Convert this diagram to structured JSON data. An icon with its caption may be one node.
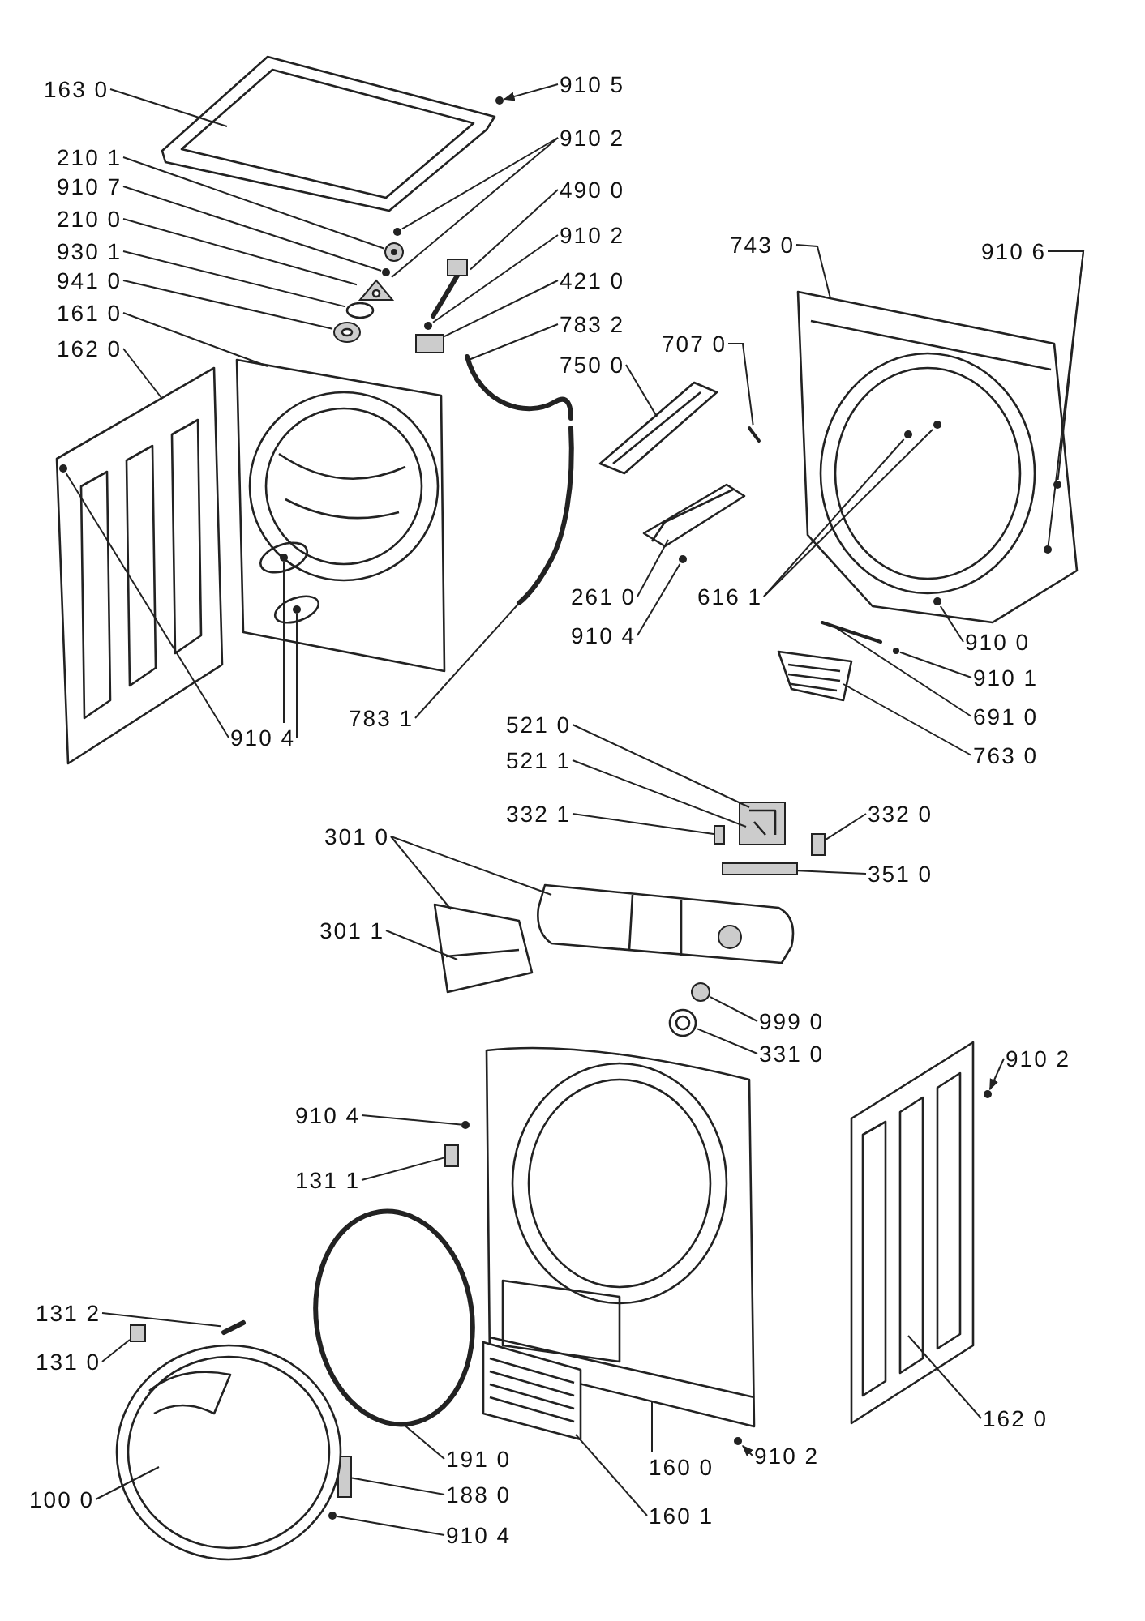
{
  "diagram": {
    "nodes": [
      {
        "text": [
          "163 0"
        ]
      },
      {
        "text": [
          "910 5"
        ]
      },
      {
        "text": [
          "910 2"
        ]
      },
      {
        "text": [
          "210 1"
        ]
      },
      {
        "text": [
          "490 0"
        ]
      },
      {
        "text": [
          "910 7"
        ]
      },
      {
        "text": [
          "910 2"
        ]
      },
      {
        "text": [
          "210 0"
        ]
      },
      {
        "text": [
          "421 0"
        ]
      },
      {
        "text": [
          "930 1"
        ]
      },
      {
        "text": [
          "783 2"
        ]
      },
      {
        "text": [
          "941 0"
        ]
      },
      {
        "text": [
          "161 0"
        ]
      },
      {
        "text": [
          "750 0"
        ]
      },
      {
        "text": [
          "162 0"
        ]
      },
      {
        "text": [
          "743 0"
        ]
      },
      {
        "text": [
          "910 6"
        ]
      },
      {
        "text": [
          "707 0"
        ]
      },
      {
        "text": [
          "261 0"
        ]
      },
      {
        "text": [
          "616 1"
        ]
      },
      {
        "text": [
          "910 4"
        ]
      },
      {
        "text": [
          "910 0"
        ]
      },
      {
        "text": [
          "910 4"
        ]
      },
      {
        "text": [
          "783 1"
        ]
      },
      {
        "text": [
          "910 1"
        ]
      },
      {
        "text": [
          "691 0"
        ]
      },
      {
        "text": [
          "521 0"
        ]
      },
      {
        "text": [
          "763 0"
        ]
      },
      {
        "text": [
          "521 1"
        ]
      },
      {
        "text": [
          "332 1"
        ]
      },
      {
        "text": [
          "332 0"
        ]
      },
      {
        "text": [
          "301 0"
        ]
      },
      {
        "text": [
          "351 0"
        ]
      },
      {
        "text": [
          "301 1"
        ]
      },
      {
        "text": [
          "999 0"
        ]
      },
      {
        "text": [
          "331 0"
        ]
      },
      {
        "text": [
          "910 2"
        ]
      },
      {
        "text": [
          "910 4"
        ]
      },
      {
        "text": [
          "131 1"
        ]
      },
      {
        "text": [
          "131 2"
        ]
      },
      {
        "text": [
          "131 0"
        ]
      },
      {
        "text": [
          "191 0"
        ]
      },
      {
        "text": [
          "160 0"
        ]
      },
      {
        "text": [
          "910 2"
        ]
      },
      {
        "text": [
          "160 1"
        ]
      },
      {
        "text": [
          "162 0"
        ]
      },
      {
        "text": [
          "188 0"
        ]
      },
      {
        "text": [
          "100 0"
        ]
      },
      {
        "text": [
          "910 4"
        ]
      },
      {
        "text": [],
        "shape": "picture"
      },
      {
        "text": [],
        "shape": "circle"
      },
      {
        "text": [],
        "shape": "circle"
      },
      {
        "text": [],
        "shape": "picture"
      },
      {
        "text": [],
        "shape": "picture"
      },
      {
        "text": [],
        "shape": "circle"
      },
      {
        "text": [],
        "shape": "picture"
      },
      {
        "text": [],
        "shape": "circle"
      },
      {
        "text": [],
        "shape": "box"
      },
      {
        "text": [],
        "shape": "circle"
      },
      {
        "text": [],
        "shape": "picture"
      },
      {
        "text": [],
        "shape": "picture"
      },
      {
        "text": [],
        "shape": "picture"
      },
      {
        "text": [],
        "shape": "picture"
      },
      {
        "text": [],
        "shape": "picture"
      },
      {
        "text": [],
        "shape": "picture"
      },
      {
        "text": [],
        "shape": "circle"
      },
      {
        "text": [],
        "shape": "picture"
      },
      {
        "text": [],
        "shape": "picture"
      },
      {
        "text": [],
        "shape": "circle",
        "in": 67
      },
      {
        "text": [],
        "shape": "circle",
        "in": 67
      },
      {
        "text": [],
        "shape": "circle",
        "in": 67
      },
      {
        "text": [],
        "shape": "circle",
        "in": 67
      },
      {
        "text": [],
        "shape": "circle",
        "in": 67
      },
      {
        "text": [],
        "shape": "circle"
      },
      {
        "text": [],
        "shape": "picture"
      },
      {
        "text": [],
        "shape": "picture"
      },
      {
        "text": [],
        "shape": "picture"
      },
      {
        "text": [],
        "shape": "box"
      },
      {
        "text": [],
        "shape": "box"
      },
      {
        "text": [],
        "shape": "box"
      },
      {
        "text": [],
        "shape": "picture"
      },
      {
        "text": [],
        "shape": "picture"
      },
      {
        "text": [],
        "shape": "circle"
      },
      {
        "text": [],
        "shape": "picture"
      },
      {
        "text": [],
        "shape": "picture"
      },
      {
        "text": [],
        "shape": "circle"
      },
      {
        "text": [],
        "shape": "box"
      },
      {
        "text": [],
        "shape": "picture"
      },
      {
        "text": [],
        "shape": "box"
      },
      {
        "text": [],
        "shape": "circle"
      },
      {
        "text": [],
        "shape": "box"
      },
      {
        "text": [],
        "shape": "circle"
      },
      {
        "text": [],
        "shape": "picture"
      },
      {
        "text": [],
        "shape": "picture"
      },
      {
        "text": [],
        "shape": "circle"
      },
      {
        "text": [],
        "shape": "picture"
      },
      {
        "text": [],
        "shape": "circle"
      },
      {
        "text": [],
        "shape": "circle",
        "in": 61
      },
      {
        "text": [],
        "shape": "circle",
        "in": 61
      },
      {
        "text": [],
        "shape": "circle",
        "in": 62
      },
      {
        "text": [],
        "shape": "picture"
      }
    ],
    "edges": [
      {
        "from": 0,
        "to": 49,
        "arrow": "none"
      },
      {
        "from": 1,
        "to": 50,
        "arrow": "to"
      },
      {
        "from": 2,
        "to": 51,
        "arrow": "none"
      },
      {
        "from": 2,
        "to": 55,
        "arrow": "none"
      },
      {
        "from": 3,
        "to": 52,
        "arrow": "none"
      },
      {
        "from": 4,
        "to": 53,
        "arrow": "none"
      },
      {
        "from": 5,
        "to": 54,
        "arrow": "none"
      },
      {
        "from": 6,
        "to": 56,
        "arrow": "none"
      },
      {
        "from": 7,
        "to": 55,
        "arrow": "none"
      },
      {
        "from": 8,
        "to": 57,
        "arrow": "none"
      },
      {
        "from": 9,
        "to": 58,
        "arrow": "none"
      },
      {
        "from": 10,
        "to": 60,
        "arrow": "none"
      },
      {
        "from": 11,
        "to": 59,
        "arrow": "none"
      },
      {
        "from": 12,
        "to": 61,
        "arrow": "none"
      },
      {
        "from": 13,
        "to": 63,
        "arrow": "none"
      },
      {
        "from": 14,
        "to": 62,
        "arrow": "none"
      },
      {
        "from": 15,
        "to": 67,
        "arrow": "none"
      },
      {
        "from": 16,
        "to": 70,
        "arrow": "none"
      },
      {
        "from": 16,
        "to": 71,
        "arrow": "none"
      },
      {
        "from": 17,
        "to": 66,
        "arrow": "none"
      },
      {
        "from": 18,
        "to": 64,
        "arrow": "none"
      },
      {
        "from": 19,
        "to": 68,
        "arrow": "none"
      },
      {
        "from": 19,
        "to": 69,
        "arrow": "none"
      },
      {
        "from": 20,
        "to": 65,
        "arrow": "none"
      },
      {
        "from": 21,
        "to": 72,
        "arrow": "none"
      },
      {
        "from": 22,
        "to": 99,
        "arrow": "none"
      },
      {
        "from": 22,
        "to": 97,
        "arrow": "none"
      },
      {
        "from": 22,
        "to": 98,
        "arrow": "none"
      },
      {
        "from": 23,
        "to": 100,
        "arrow": "none"
      },
      {
        "from": 24,
        "to": 73,
        "arrow": "none"
      },
      {
        "from": 25,
        "to": 74,
        "arrow": "none"
      },
      {
        "from": 26,
        "to": 76,
        "arrow": "none"
      },
      {
        "from": 27,
        "to": 75,
        "arrow": "none"
      },
      {
        "from": 28,
        "to": 76,
        "arrow": "none"
      },
      {
        "from": 29,
        "to": 77,
        "arrow": "none"
      },
      {
        "from": 30,
        "to": 78,
        "arrow": "none"
      },
      {
        "from": 31,
        "to": 81,
        "arrow": "none"
      },
      {
        "from": 31,
        "to": 80,
        "arrow": "none"
      },
      {
        "from": 32,
        "to": 79,
        "arrow": "none"
      },
      {
        "from": 33,
        "to": 81,
        "arrow": "none"
      },
      {
        "from": 34,
        "to": 82,
        "arrow": "none"
      },
      {
        "from": 35,
        "to": 83,
        "arrow": "none"
      },
      {
        "from": 36,
        "to": 96,
        "arrow": "to"
      },
      {
        "from": 37,
        "to": 85,
        "arrow": "none"
      },
      {
        "from": 38,
        "to": 86,
        "arrow": "none"
      },
      {
        "from": 39,
        "to": 87,
        "arrow": "none"
      },
      {
        "from": 40,
        "to": 88,
        "arrow": "none"
      },
      {
        "from": 41,
        "to": 89,
        "arrow": "none"
      },
      {
        "from": 42,
        "to": 84,
        "arrow": "none"
      },
      {
        "from": 43,
        "to": 94,
        "arrow": "to"
      },
      {
        "from": 44,
        "to": 93,
        "arrow": "none"
      },
      {
        "from": 45,
        "to": 95,
        "arrow": "none"
      },
      {
        "from": 46,
        "to": 90,
        "arrow": "none"
      },
      {
        "from": 47,
        "to": 92,
        "arrow": "none"
      },
      {
        "from": 48,
        "to": 91,
        "arrow": "none"
      }
    ]
  }
}
